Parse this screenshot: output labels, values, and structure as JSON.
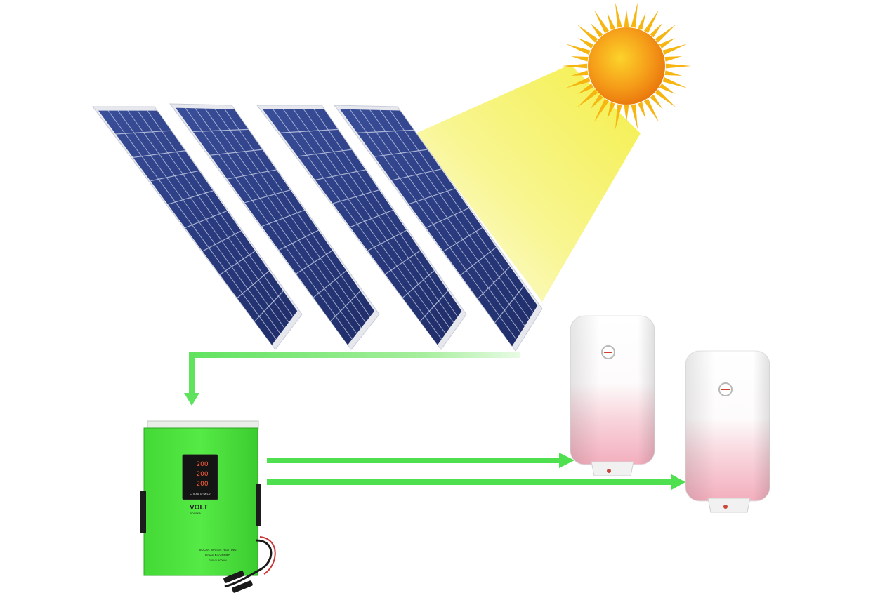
{
  "colors": {
    "background": "#ffffff",
    "panel_cell": "#2c3f86",
    "panel_frame": "#e6e8ee",
    "sun_core": "#f28c10",
    "sun_rays": "#f6b511",
    "sunbeam": "#f6f25e",
    "flow_arrow": "#4fe04f",
    "controller_body": "#4de83f",
    "controller_display": "#141414",
    "heater_top": "#ffffff",
    "heater_bottom": "#f5b8c4"
  },
  "icons": {
    "sun": "sun-icon",
    "panel": "solar-panel-icon",
    "controller": "charge-controller-icon",
    "heater": "water-heater-icon",
    "arrow": "flow-arrow-icon"
  },
  "controller": {
    "brand": "VOLT",
    "brand_sub": "POLSKA",
    "display_rows": [
      "200",
      "200",
      "200"
    ],
    "display_caption": "SOLAR POWER",
    "product_label_1": "SOLAR WATER HEATING",
    "product_label_2": "Green Boost PRO",
    "product_label_3": "230V / 3000W"
  }
}
